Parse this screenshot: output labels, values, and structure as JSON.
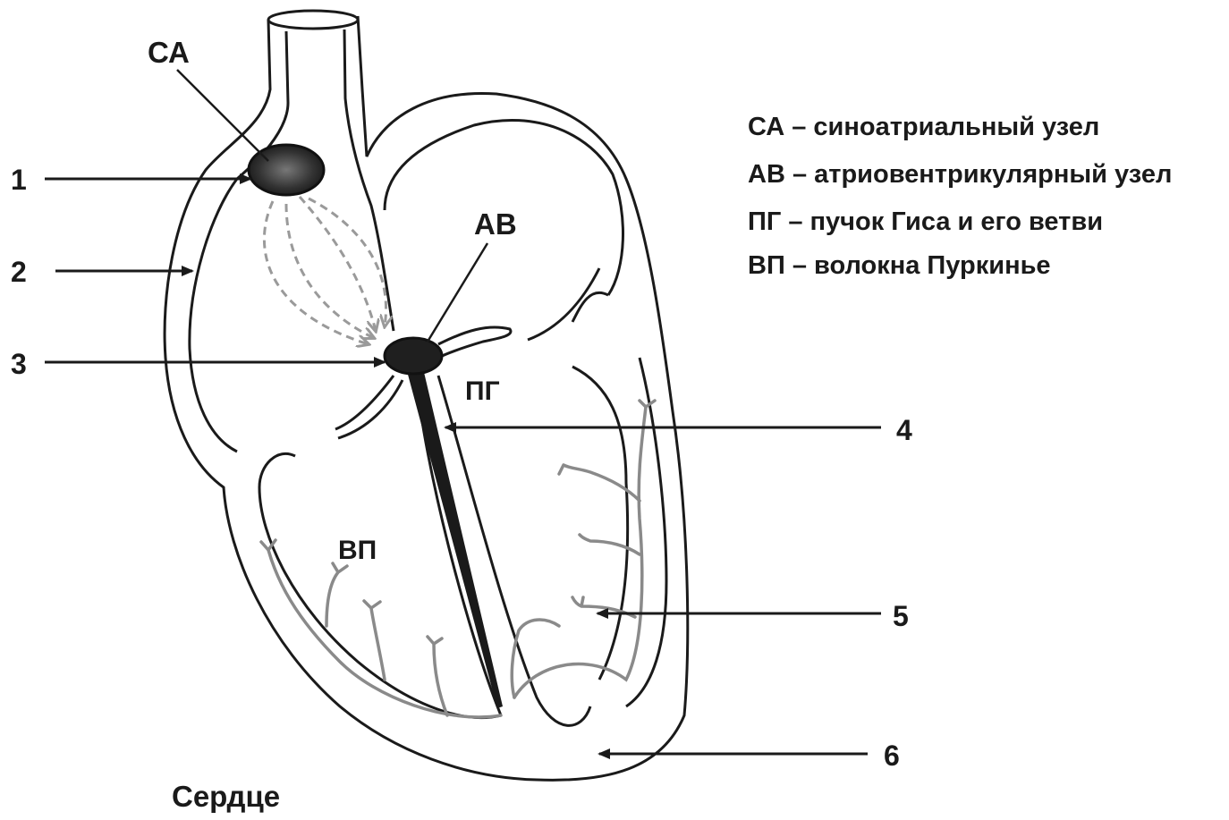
{
  "labels": {
    "sa": "СА",
    "av": "АВ",
    "pg": "ПГ",
    "vp": "ВП",
    "caption": "Сердце"
  },
  "numbers": [
    "1",
    "2",
    "3",
    "4",
    "5",
    "6"
  ],
  "legend": [
    "СА – синоатриальный узел",
    "АВ – атриовентрикулярный узел",
    "ПГ – пучок Гиса и его ветви",
    "ВП – волокна Пуркинье"
  ],
  "colors": {
    "outline": "#1a1a1a",
    "node_fill": "#1f1f1f",
    "purkinje": "#8a8a8a",
    "impulse_arrows": "#9a9a9a"
  }
}
